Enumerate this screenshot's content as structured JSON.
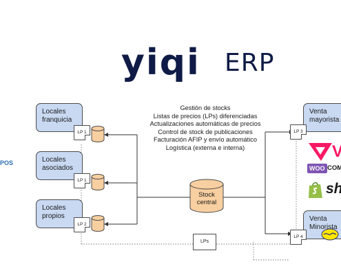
{
  "logo": {
    "word": "yiqi",
    "suffix": "ERP"
  },
  "left_cut_text": "POS",
  "features": [
    "Gestión de stocks",
    "Listas de precios (LPs)  diferenciadas",
    "Actualizaciones automáticas de precios",
    "Control de stock de publicaciones",
    "Facturación AFIP y envío automático",
    "Logística (externa e interna)"
  ],
  "left_boxes": [
    {
      "title": "Locales\nfranquicia",
      "lp": "LP 1"
    },
    {
      "title": "Locales\nasociados",
      "lp": "LP 1"
    },
    {
      "title": "Locales\npropios",
      "lp": "LP 2"
    }
  ],
  "right_boxes": [
    {
      "title": "Venta\nmayorista",
      "lp": "LP 3"
    },
    {
      "title": "Venta\nMinorista",
      "lp": "LP 4"
    }
  ],
  "central": {
    "label": "Stock\ncentral"
  },
  "lps_doc": "LPs",
  "brands": {
    "vtex_letter": "V",
    "woo_badge": "WOO",
    "woo_suffix": "COM",
    "shopify_text": "sh"
  },
  "colors": {
    "box_fill": "#c9d9f2",
    "cylinder_fill": "#f8cfa0",
    "logo_navy": "#0f1b46",
    "vtex_pink": "#f71963",
    "woo_purple": "#7f54b3",
    "shopify_green": "#95bf47"
  }
}
